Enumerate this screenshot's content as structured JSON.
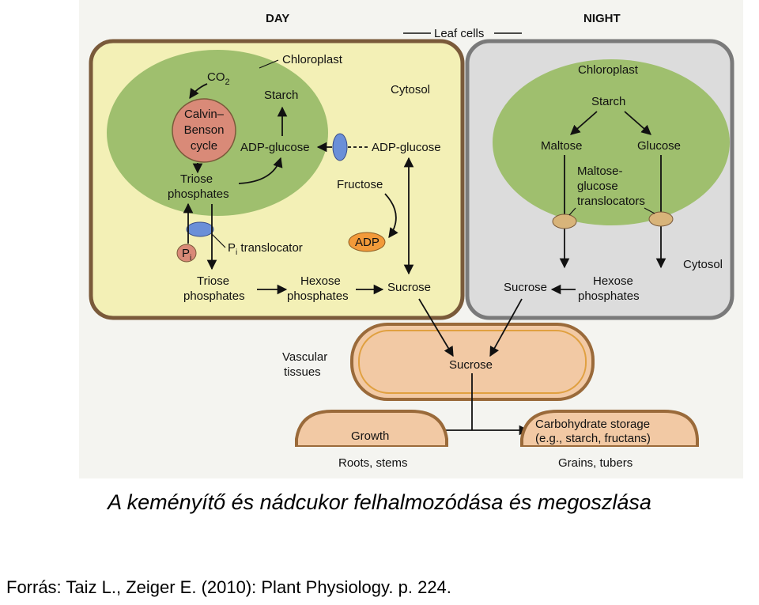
{
  "diagram": {
    "day_label": "DAY",
    "night_label": "NIGHT",
    "leaf_cells": "Leaf cells",
    "day": {
      "chloroplast": "Chloroplast",
      "co2": "CO",
      "co2_sub": "2",
      "calvin_1": "Calvin–",
      "calvin_2": "Benson",
      "calvin_3": "cycle",
      "starch": "Starch",
      "adp_glucose_in": "ADP-glucose",
      "adp_glucose_out": "ADP-glucose",
      "cytosol": "Cytosol",
      "triose_in_1": "Triose",
      "triose_in_2": "phosphates",
      "fructose": "Fructose",
      "adp": "ADP",
      "pi": "P",
      "pi_sub": "i",
      "translocator_p": "P",
      "translocator_sub": "i",
      "translocator_rest": " translocator",
      "triose_out_1": "Triose",
      "triose_out_2": "phosphates",
      "hexose_1": "Hexose",
      "hexose_2": "phosphates",
      "sucrose": "Sucrose"
    },
    "night": {
      "chloroplast": "Chloroplast",
      "starch": "Starch",
      "maltose": "Maltose",
      "glucose": "Glucose",
      "translocators_1": "Maltose-",
      "translocators_2": "glucose",
      "translocators_3": "translocators",
      "cytosol": "Cytosol",
      "sucrose": "Sucrose",
      "hexose_1": "Hexose",
      "hexose_2": "phosphates"
    },
    "vascular_1": "Vascular",
    "vascular_2": "tissues",
    "vascular_sucrose": "Sucrose",
    "growth": "Growth",
    "roots": "Roots, stems",
    "storage_1": "Carbohydrate storage",
    "storage_2": "(e.g., starch, fructans)",
    "grains": "Grains, tubers"
  },
  "caption": {
    "title": "A keményítő és nádcukor felhalmozódása és megoszlása",
    "source": "Forrás: Taiz L., Zeiger E. (2010): Plant Physiology. p. 224."
  },
  "colors": {
    "cell_fill": "#f3f0b6",
    "night_cell_fill": "#dcdcdc",
    "chloroplast_fill": "#9fbf6e",
    "calvin_fill": "#d98a78",
    "sink_fill": "#f2c9a4",
    "translocator_blue": "#6a8fd8",
    "translocator_tan": "#d8b47a",
    "adp_fill": "#f29a3a"
  }
}
